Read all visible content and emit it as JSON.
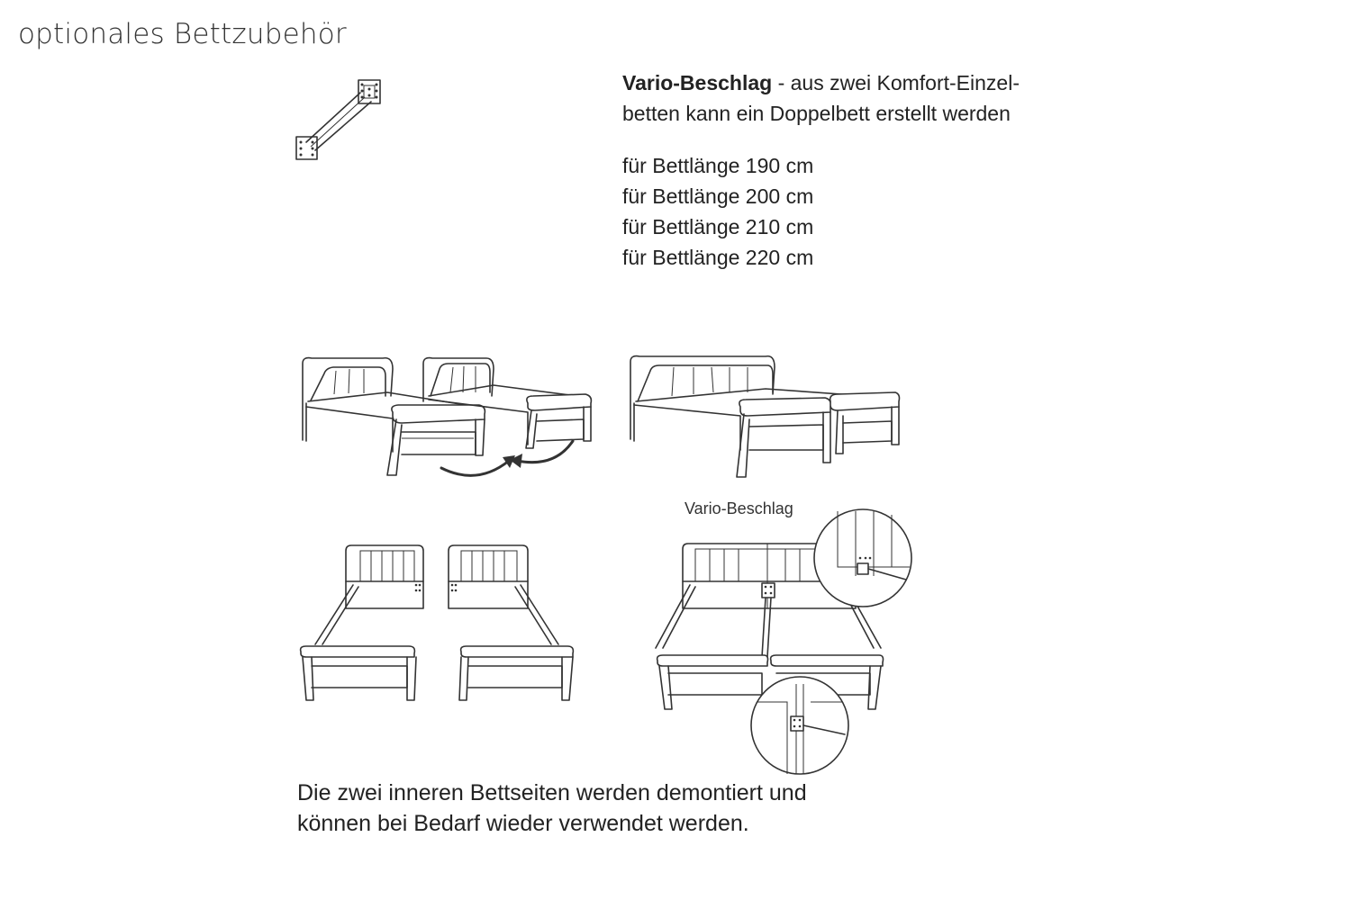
{
  "page": {
    "heading": "optionales Bettzubehör"
  },
  "product": {
    "name": "Vario-Beschlag",
    "description_line1": " - aus zwei Komfort-Einzel-",
    "description_line2": "betten kann ein Doppelbett erstellt werden",
    "lengths": [
      "für Bettlänge 190 cm",
      "für Bettlänge 200 cm",
      "für Bettlänge 210 cm",
      "für Bettlänge 220 cm"
    ]
  },
  "illustration": {
    "detail_label": "Vario-Beschlag"
  },
  "footer": {
    "line1": "Die zwei inneren Bettseiten werden demontiert und",
    "line2": "können bei Bedarf wieder verwendet werden."
  },
  "icons": [
    "bracket-icon",
    "bed-illustration",
    "arrow-icon",
    "magnifier-detail"
  ]
}
